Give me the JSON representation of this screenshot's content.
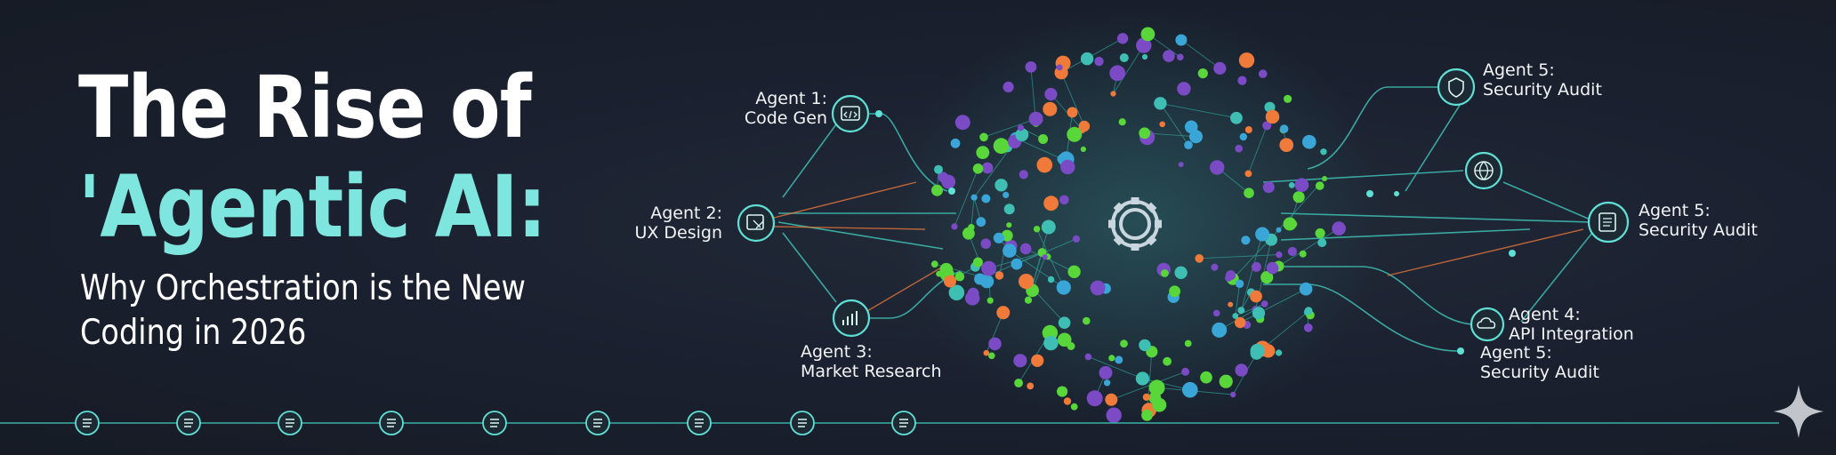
{
  "headline": {
    "line1": "The Rise of",
    "line2": "'Agentic AI:",
    "subtitle": "Why Orchestration is the New Coding in 2026"
  },
  "agents": [
    {
      "line1": "Agent 1:",
      "line2": "Code Gen",
      "icon": "code-icon"
    },
    {
      "line1": "Agent 2:",
      "line2": "UX Design",
      "icon": "design-icon"
    },
    {
      "line1": "Agent 3:",
      "line2": "Market Research",
      "icon": "chart-icon"
    },
    {
      "line1": "Agent 5:",
      "line2": "Security Audit",
      "icon": "shield-icon"
    },
    {
      "line1": "",
      "line2": "",
      "icon": "globe-icon"
    },
    {
      "line1": "Agent 5:",
      "line2": "Security Audit",
      "icon": "server-lock-icon"
    },
    {
      "line1": "Agent 4:",
      "line2": "API Integration",
      "icon": "cloud-icon"
    },
    {
      "line1": "Agent 5:",
      "line2": "Security Audit",
      "icon": ""
    }
  ],
  "timeline_icons": [
    "gear-icon",
    "funnel-icon",
    "flow-icon",
    "hierarchy-icon",
    "brain-icon",
    "pipeline-icon",
    "monitor-icon",
    "rocket-icon",
    "tools-icon"
  ],
  "colors": {
    "background": "#1a1f2b",
    "accent": "#7ee6df",
    "line": "#3fbfb3",
    "orange": "#f07a3a",
    "green": "#58d63a",
    "purple": "#7a4bc4",
    "blue": "#3aa6d8"
  }
}
